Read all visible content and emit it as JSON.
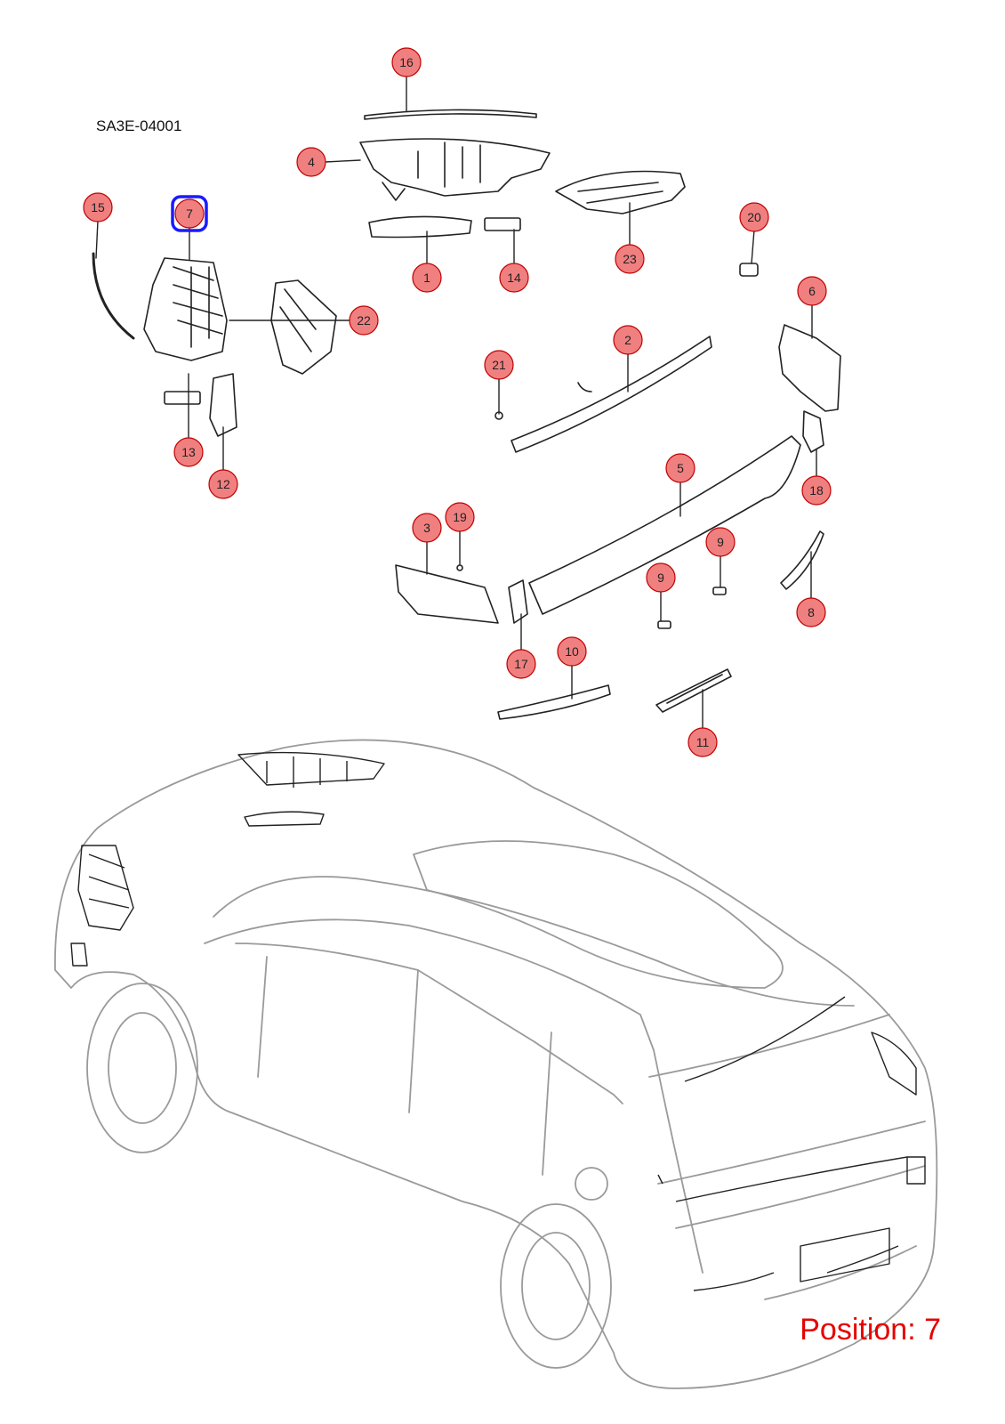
{
  "diagram": {
    "code": "SA3E-04001",
    "position_label": "Position: 7",
    "selected": "7",
    "colors": {
      "callout_fill": "#f08080",
      "callout_stroke": "#c00000",
      "selected_stroke": "#1a1aff",
      "caption": "#e60000",
      "line": "#222222",
      "car": "#9a9a9a"
    }
  },
  "callouts": [
    {
      "label": "16"
    },
    {
      "label": "4"
    },
    {
      "label": "15"
    },
    {
      "label": "7"
    },
    {
      "label": "1"
    },
    {
      "label": "14"
    },
    {
      "label": "23"
    },
    {
      "label": "20"
    },
    {
      "label": "22"
    },
    {
      "label": "6"
    },
    {
      "label": "2"
    },
    {
      "label": "21"
    },
    {
      "label": "13"
    },
    {
      "label": "12"
    },
    {
      "label": "18"
    },
    {
      "label": "5"
    },
    {
      "label": "19"
    },
    {
      "label": "3"
    },
    {
      "label": "9"
    },
    {
      "label": "9"
    },
    {
      "label": "8"
    },
    {
      "label": "17"
    },
    {
      "label": "10"
    },
    {
      "label": "11"
    }
  ]
}
